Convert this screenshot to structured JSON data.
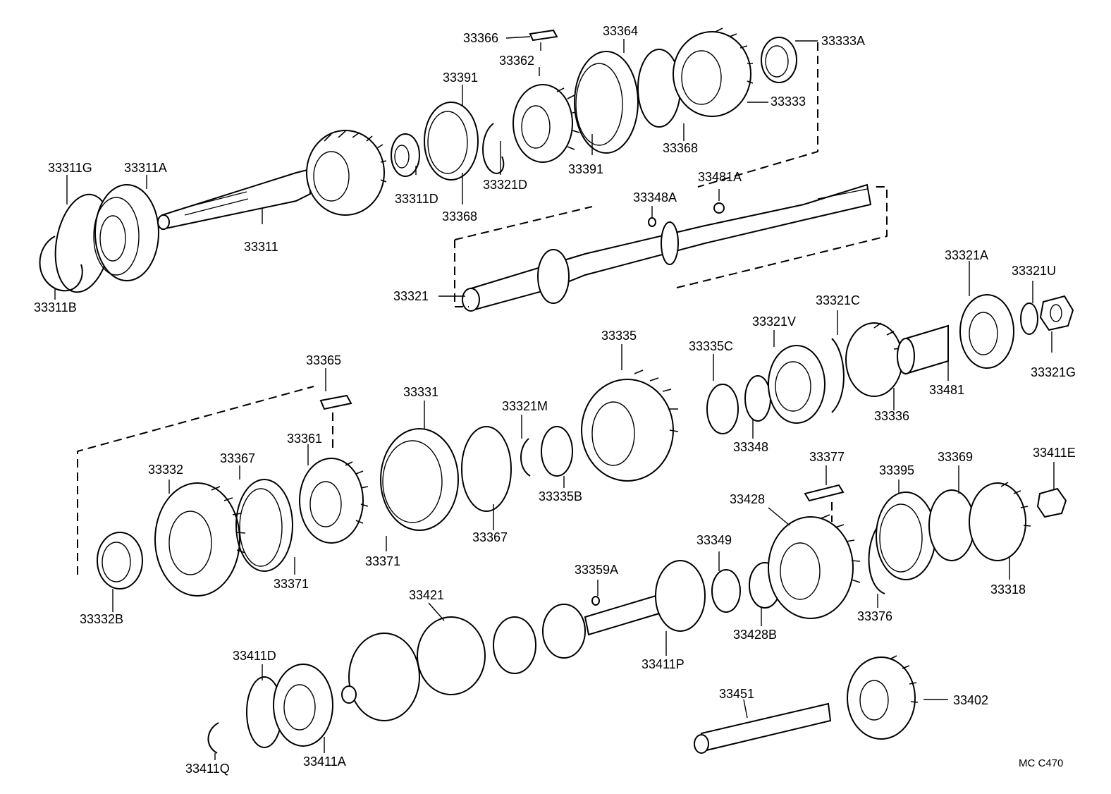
{
  "labels": {
    "p33366": "33366",
    "p33364": "33364",
    "p33333A": "33333A",
    "p33362": "33362",
    "p33391a": "33391",
    "p33333": "33333",
    "p33311G": "33311G",
    "p33311A": "33311A",
    "p33321D": "33321D",
    "p33391b": "33391",
    "p33368a": "33368",
    "p33311D": "33311D",
    "p33368b": "33368",
    "p33481A": "33481A",
    "p33348A": "33348A",
    "p33311": "33311",
    "p33311B": "33311B",
    "p33321": "33321",
    "p33321A": "33321A",
    "p33321U": "33321U",
    "p33321C": "33321C",
    "p33321V": "33321V",
    "p33335": "33335",
    "p33335C": "33335C",
    "p33321G": "33321G",
    "p33481": "33481",
    "p33365": "33365",
    "p33331": "33331",
    "p33336": "33336",
    "p33321M": "33321M",
    "p33348": "33348",
    "p33361": "33361",
    "p33367a": "33367",
    "p33332": "33332",
    "p33377": "33377",
    "p33369": "33369",
    "p33411E": "33411E",
    "p33395": "33395",
    "p33335B": "33335B",
    "p33428": "33428",
    "p33367b": "33367",
    "p33349": "33349",
    "p33371a": "33371",
    "p33371b": "33371",
    "p33359A": "33359A",
    "p33318": "33318",
    "p33421": "33421",
    "p33376": "33376",
    "p33332B": "33332B",
    "p33428B": "33428B",
    "p33411D": "33411D",
    "p33411P": "33411P",
    "p33451": "33451",
    "p33402": "33402",
    "p33411Q": "33411Q",
    "p33411A": "33411A",
    "code": "MC  C470"
  }
}
